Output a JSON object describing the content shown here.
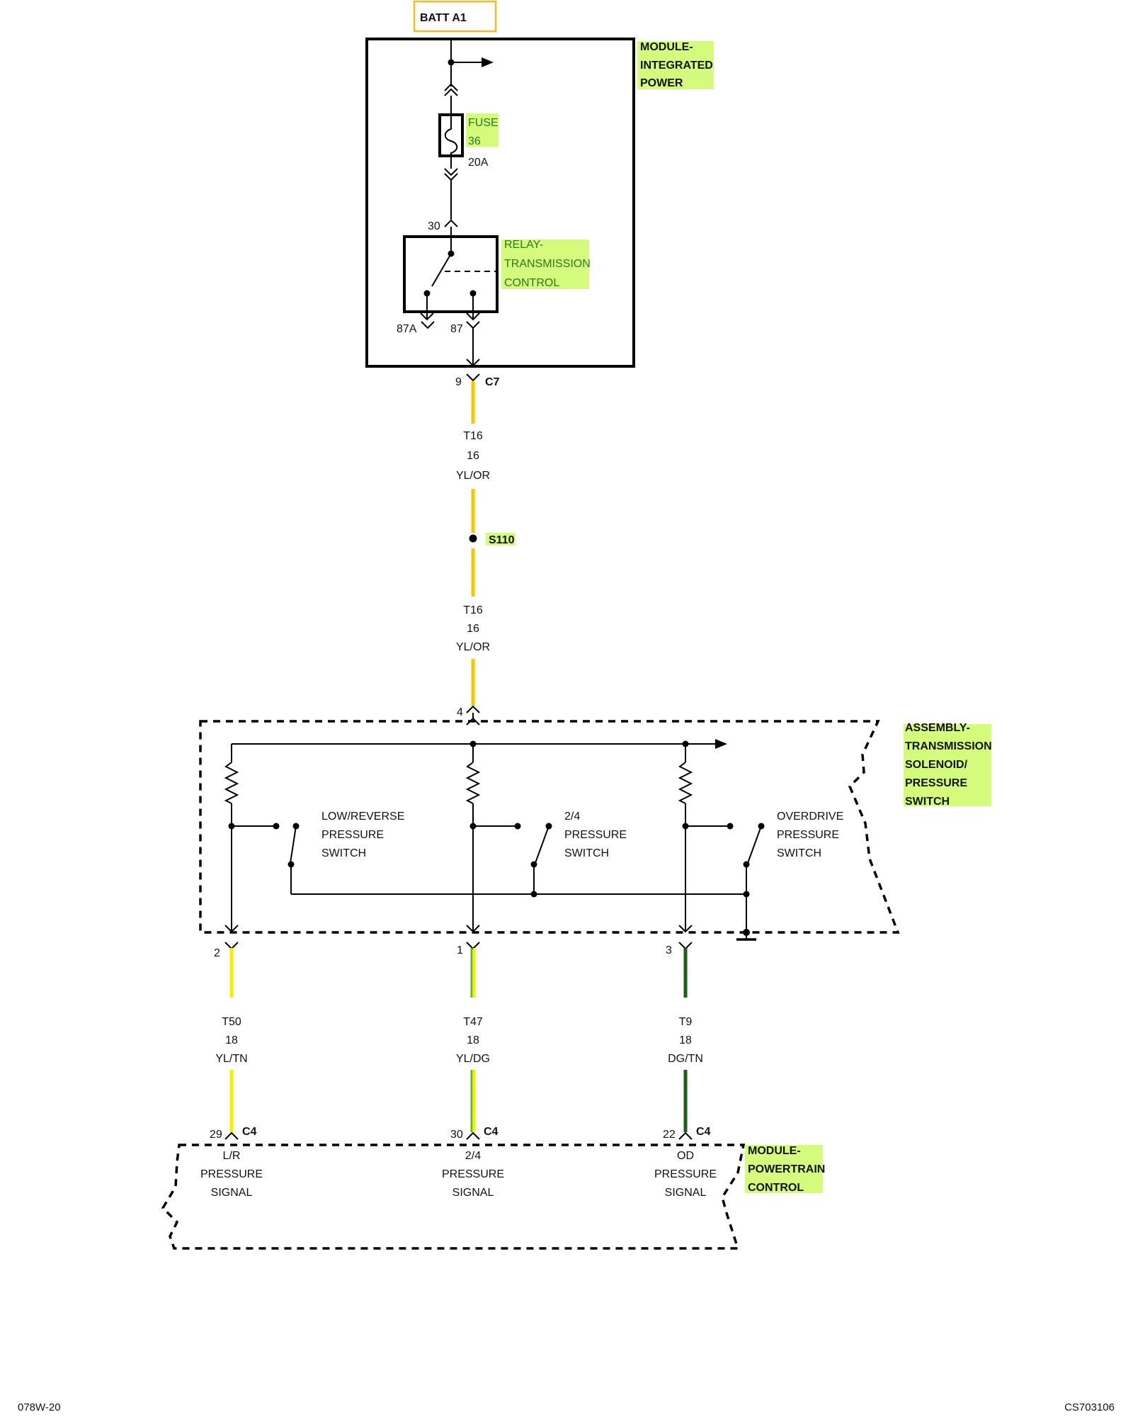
{
  "batt_label": "BATT A1",
  "modules": {
    "integrated_power": [
      "MODULE-",
      "INTEGRATED",
      "POWER"
    ],
    "fuse": {
      "name": [
        "FUSE",
        "36"
      ],
      "rating": "20A"
    },
    "relay": {
      "name": [
        "RELAY-",
        "TRANSMISSION",
        "CONTROL"
      ],
      "pin_30": "30",
      "pin_87a": "87A",
      "pin_87": "87"
    },
    "solenoid_assembly": [
      "ASSEMBLY-",
      "TRANSMISSION",
      "SOLENOID/",
      "PRESSURE",
      "SWITCH"
    ],
    "powertrain": [
      "MODULE-",
      "POWERTRAIN",
      "CONTROL"
    ]
  },
  "connector_c7": {
    "pin": "9",
    "name": "C7"
  },
  "wire_upper": {
    "circuit": "T16",
    "gauge": "16",
    "color": "YL/OR"
  },
  "splice": "S110",
  "wire_lower": {
    "circuit": "T16",
    "gauge": "16",
    "color": "YL/OR"
  },
  "assembly_input_pin": "4",
  "switches": [
    {
      "label": [
        "LOW/REVERSE",
        "PRESSURE",
        "SWITCH"
      ],
      "pin": "2",
      "wire": {
        "circuit": "T50",
        "gauge": "18",
        "color": "YL/TN"
      },
      "pcm_pin": "29",
      "pcm_connector": "C4",
      "pcm_label": [
        "L/R",
        "PRESSURE",
        "SIGNAL"
      ]
    },
    {
      "label": [
        "2/4",
        "PRESSURE",
        "SWITCH"
      ],
      "pin": "1",
      "wire": {
        "circuit": "T47",
        "gauge": "18",
        "color": "YL/DG"
      },
      "pcm_pin": "30",
      "pcm_connector": "C4",
      "pcm_label": [
        "2/4",
        "PRESSURE",
        "SIGNAL"
      ]
    },
    {
      "label": [
        "OVERDRIVE",
        "PRESSURE",
        "SWITCH"
      ],
      "pin": "3",
      "wire": {
        "circuit": "T9",
        "gauge": "18",
        "color": "DG/TN"
      },
      "pcm_pin": "22",
      "pcm_connector": "C4",
      "pcm_label": [
        "OD",
        "PRESSURE",
        "SIGNAL"
      ]
    }
  ],
  "footer_left": "078W-20",
  "footer_right": "CS703106",
  "colors": {
    "yellow": "#f5c800",
    "bright_yellow": "#f2f200",
    "green": "#63b52a",
    "dark_green": "#1f5e1a",
    "highlight": "#d4fb7c",
    "batt_box": "#f0c020"
  }
}
